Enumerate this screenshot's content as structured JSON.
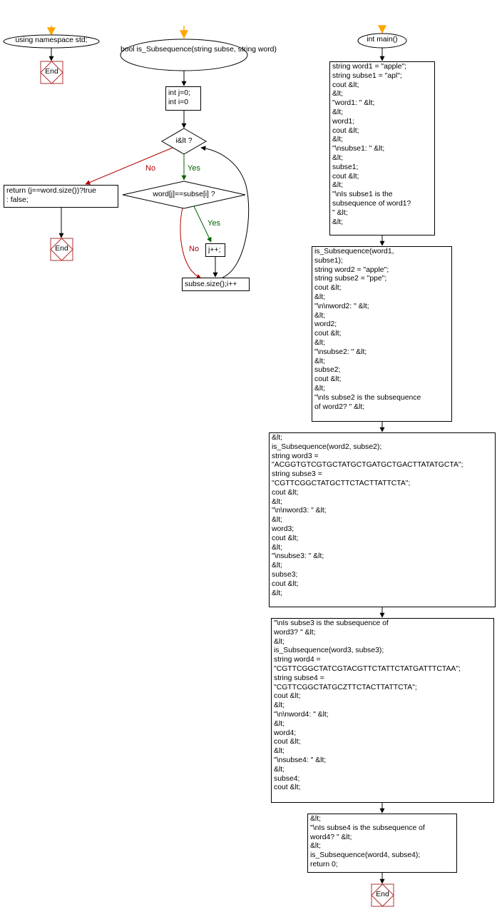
{
  "colors": {
    "start_arrow": "#ffa500",
    "yes": "#006400",
    "no": "#b00000",
    "end_box": "#b03030",
    "line": "#000000"
  },
  "left": {
    "start": "using namespace std;",
    "end": "End"
  },
  "func": {
    "start_lines": [
      "bool is_Subsequence(string",
      "subse, string word)"
    ],
    "init_lines": [
      "int j=0;",
      "int i=0"
    ],
    "cond1": "i&lt ?",
    "cond2": "word[j]==subse[i] ?",
    "return_lines": [
      "return (j==word.size())?true",
      ": false;"
    ],
    "inc_j": "j++;",
    "loop_update": "subse.size();i++",
    "end": "End",
    "yes1": "Yes",
    "no1": "No",
    "yes2": "Yes",
    "no2": "No"
  },
  "main": {
    "start": "int main()",
    "blocks": [
      [
        "string word1 = \"apple\";",
        "string subse1 = \"apl\";",
        "cout &lt;",
        "&lt;",
        "\"word1: \" &lt;",
        "&lt;",
        "word1;",
        "cout &lt;",
        "&lt;",
        "\"\\nsubse1: \" &lt;",
        "&lt;",
        "subse1;",
        "cout &lt;",
        "&lt;",
        "\"\\nIs subse1 is the",
        "subsequence of word1?",
        "\" &lt;",
        "&lt;"
      ],
      [
        "is_Subsequence(word1,",
        "subse1);",
        "string word2 = \"apple\";",
        "string subse2 = \"ppe\";",
        "cout &lt;",
        "&lt;",
        "\"\\n\\nword2: \" &lt;",
        "&lt;",
        "word2;",
        "cout &lt;",
        "&lt;",
        "\"\\nsubse2: \" &lt;",
        "&lt;",
        "subse2;",
        "cout &lt;",
        "&lt;",
        "\"\\nIs subse2 is the subsequence",
        "of word2? \" &lt;"
      ],
      [
        "&lt;",
        "is_Subsequence(word2, subse2);",
        "string word3 =",
        "\"ACGGTGTCGTGCTATGCTGATGCTGACTTATATGCTA\";",
        "string subse3 =",
        "\"CGTTCGGCTATGCTTCTACTTATTCTA\";",
        "cout &lt;",
        "&lt;",
        "\"\\n\\nword3: \" &lt;",
        "&lt;",
        "word3;",
        "cout &lt;",
        "&lt;",
        "\"\\nsubse3: \" &lt;",
        "&lt;",
        "subse3;",
        "cout &lt;",
        "&lt;"
      ],
      [
        "\"\\nIs subse3 is the subsequence of",
        "word3? \" &lt;",
        "&lt;",
        "is_Subsequence(word3, subse3);",
        "string word4 =",
        "\"CGTTCGGCTATCGTACGTTCTATTCTATGATTTCTAA\";",
        "string subse4 =",
        "\"CGTTCGGCTATGCZTTCTACTTATTCTA\";",
        "cout &lt;",
        "&lt;",
        "\"\\n\\nword4: \" &lt;",
        "&lt;",
        "word4;",
        "cout &lt;",
        "&lt;",
        "\"\\nsubse4: \" &lt;",
        "&lt;",
        "subse4;",
        "cout &lt;"
      ],
      [
        "&lt;",
        "\"\\nIs subse4 is the subsequence of",
        "word4? \" &lt;",
        "&lt;",
        "is_Subsequence(word4, subse4);",
        "return 0;"
      ]
    ],
    "end": "End"
  }
}
